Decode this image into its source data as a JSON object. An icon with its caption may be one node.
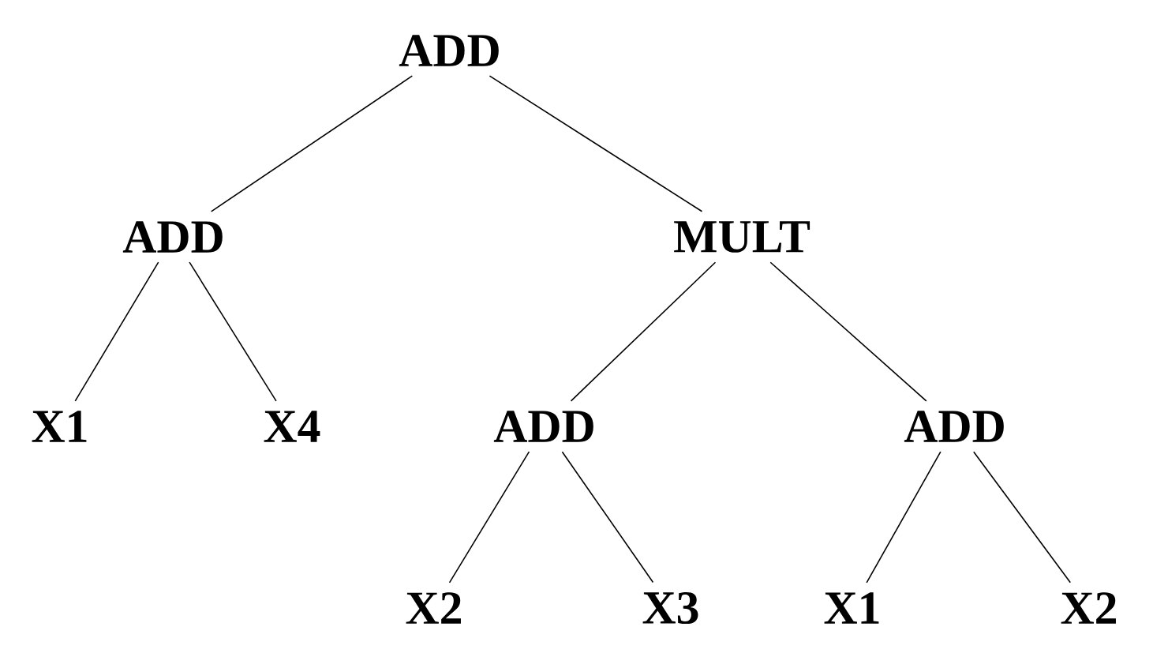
{
  "diagram": {
    "nodes": [
      {
        "text": [
          "ADD"
        ]
      },
      {
        "text": [
          "ADD"
        ]
      },
      {
        "text": [
          "MULT"
        ]
      },
      {
        "text": [
          "X1"
        ]
      },
      {
        "text": [
          "X4"
        ]
      },
      {
        "text": [
          "ADD"
        ]
      },
      {
        "text": [
          "ADD"
        ]
      },
      {
        "text": [
          "X2"
        ]
      },
      {
        "text": [
          "X3"
        ]
      },
      {
        "text": [
          "X1"
        ]
      },
      {
        "text": [
          "X2"
        ]
      }
    ],
    "edges": [
      {
        "from": 0,
        "to": 1,
        "arrow": "none"
      },
      {
        "from": 0,
        "to": 2,
        "arrow": "none"
      },
      {
        "from": 1,
        "to": 3,
        "arrow": "none"
      },
      {
        "from": 1,
        "to": 4,
        "arrow": "none"
      },
      {
        "from": 2,
        "to": 5,
        "arrow": "none"
      },
      {
        "from": 2,
        "to": 6,
        "arrow": "none"
      },
      {
        "from": 5,
        "to": 7,
        "arrow": "none"
      },
      {
        "from": 5,
        "to": 8,
        "arrow": "none"
      },
      {
        "from": 6,
        "to": 9,
        "arrow": "none"
      },
      {
        "from": 6,
        "to": 10,
        "arrow": "none"
      }
    ]
  }
}
